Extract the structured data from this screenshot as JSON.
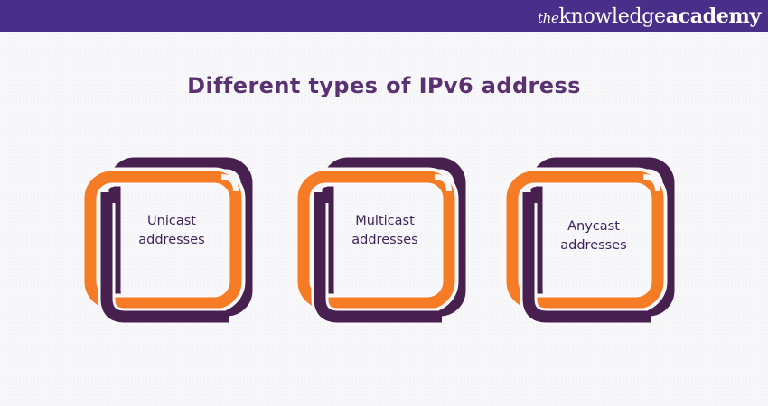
{
  "header": {
    "logo_the": "the",
    "logo_knowledge": "knowledge",
    "logo_academy": "academy",
    "background_color": "#4a2f8a"
  },
  "title": "Different types of IPv6 address",
  "colors": {
    "primary_purple": "#47204f",
    "accent_orange": "#f57c24",
    "title_color": "#5a3272",
    "text_color": "#3f2459"
  },
  "cards": [
    {
      "line1": "Unicast",
      "line2": "addresses"
    },
    {
      "line1": "Multicast",
      "line2": "addresses"
    },
    {
      "line1": "Anycast",
      "line2": "addresses"
    }
  ]
}
